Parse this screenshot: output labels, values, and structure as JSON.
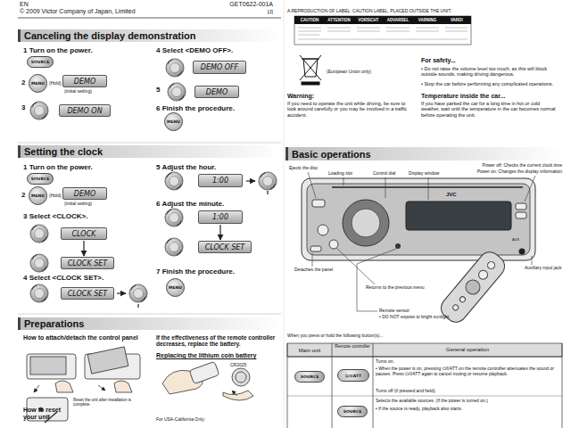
{
  "diagram": {
    "nodes": [
      {
        "text": [
          "Canceling the display demonstration"
        ]
      },
      {
        "text": [
          "SOURCE"
        ]
      },
      {
        "text": [
          "MENU"
        ]
      },
      {
        "text": [
          "DEMO"
        ]
      },
      {
        "text": [
          "DEMO ON"
        ]
      },
      {
        "text": [
          "DEMO OFF"
        ]
      },
      {
        "text": [
          "DEMO"
        ]
      },
      {
        "text": [
          "MENU"
        ]
      },
      {
        "text": [
          "Setting the clock"
        ]
      },
      {
        "text": [
          "SOURCE"
        ]
      },
      {
        "text": [
          "MENU"
        ]
      },
      {
        "text": [
          "DEMO"
        ]
      },
      {
        "text": [
          "CLOCK"
        ]
      },
      {
        "text": [
          "CLOCK SET"
        ]
      },
      {
        "text": [
          "CLOCK SET"
        ]
      },
      {
        "text": [
          "1:00"
        ]
      },
      {
        "text": [
          "1:00"
        ]
      },
      {
        "text": [
          "CLOCK SET"
        ]
      },
      {
        "text": [
          "MENU"
        ]
      },
      {
        "text": [
          "Preparations"
        ]
      },
      {
        "text": [
          "Basic operations"
        ]
      },
      {
        "text": [
          "SOURCE"
        ]
      },
      {
        "text": [
          "⏻/I/ATT"
        ]
      },
      {
        "text": [
          "SOURCE"
        ]
      }
    ],
    "edges": [
      {
        "from": 12,
        "to": 13,
        "arrow": "to"
      },
      {
        "from": 16,
        "to": 17,
        "arrow": "to"
      }
    ],
    "labels": [
      "EN",
      "© 2009 Victor Company of Japan, Limited",
      "GET0622-001A",
      "[J]",
      "1 Turn on the power.",
      "2",
      "(Hold)",
      "(initial setting)",
      "3",
      "4 Select <DEMO OFF>.",
      "5",
      "6 Finish the procedure.",
      "1 Turn on the power.",
      "2",
      "(Hold)",
      "(initial setting)",
      "3 Select <CLOCK>.",
      "4 Select <CLOCK SET>.",
      "5 Adjust the hour.",
      "6 Adjust the minute.",
      "7 Finish the procedure.",
      "How to attach/detach the control panel",
      "If the effectiveness of the remote controller decreases, replace the battery.",
      "Replacing the lithium coin battery",
      "CR2025",
      "How to reset your unit",
      "Reset the unit after installation is complete.",
      "For USA-California Only:",
      "A REPRODUCTION OF LABEL: CAUTION LABEL, PLACED OUTSIDE THE UNIT.",
      "CAUTION",
      "ATTENTION",
      "VORSICHT",
      "ADVARSEL",
      "VARNING",
      "VARO!",
      "(European Union only)",
      "For safety...",
      "• Do not raise the volume level too much, as this will block outside sounds, making driving dangerous.",
      "• Stop the car before performing any complicated operations.",
      "Warning:",
      "If you need to operate the unit while driving, be sure to look around carefully or you may be involved in a traffic accident.",
      "Temperature inside the car...",
      "If you have parked the car for a long time in hot or cold weather, wait until the temperature in the car becomes normal before operating the unit.",
      "Ejects the disc",
      "Loading slot",
      "Control dial",
      "Display window",
      "Power off: Checks the current clock time",
      "Power on: Changes the display information",
      "JVC",
      "Detaches the panel",
      "Returns to the previous menu",
      "Remote sensor",
      "• DO NOT expose to bright sunlight.",
      "Auxiliary input jack",
      "When you press or hold the following button(s)...",
      "Main unit",
      "Remote controller",
      "General operation",
      "Turns on.",
      "• When the power is on, pressing ⏻/I/ATT on the remote controller attenuates the sound or pauses. Press ⏻/I/ATT again to cancel muting or resume playback.",
      "Turns off (if pressed and held).",
      "Selects the available sources. (If the power is turned on.)",
      "• If the source is ready, playback also starts.",
      "AUX"
    ]
  }
}
